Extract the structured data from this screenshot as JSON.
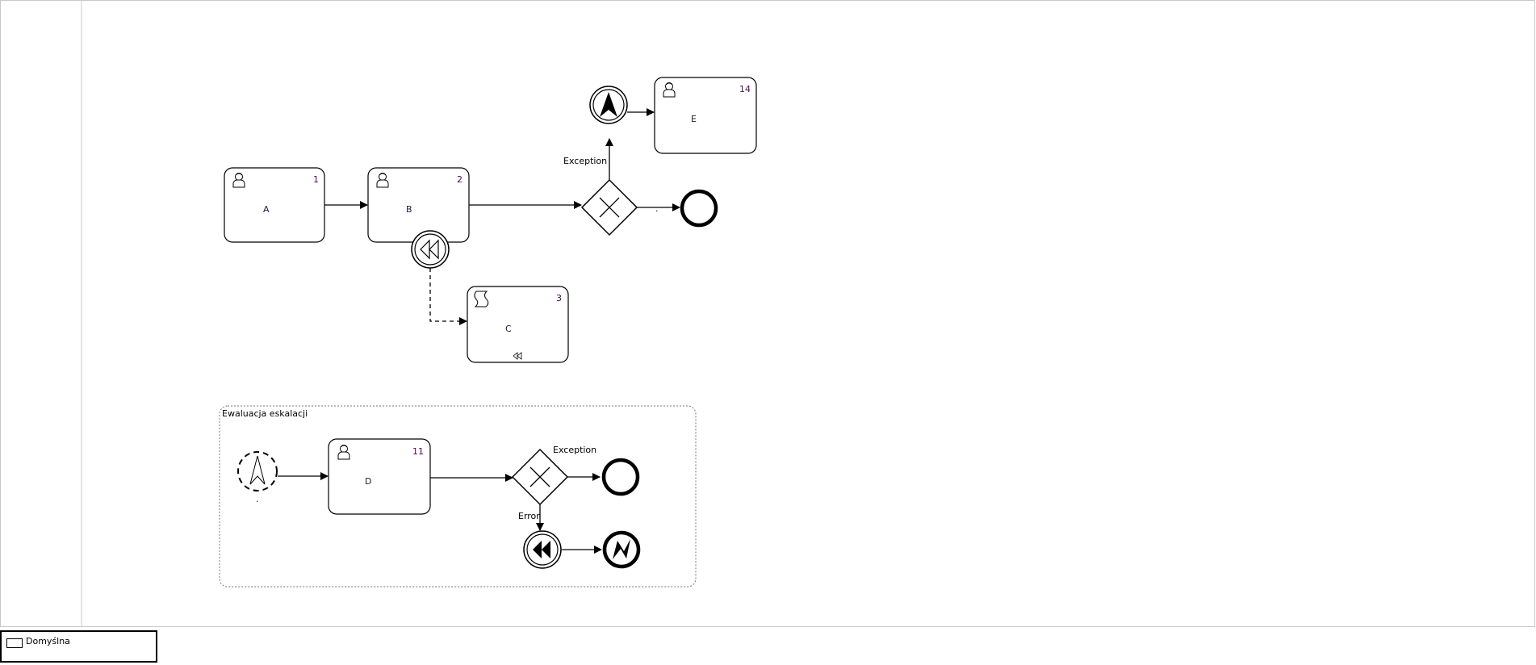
{
  "diagram": {
    "tasks": [
      {
        "name": "A",
        "number": "1",
        "type": "user"
      },
      {
        "name": "B",
        "number": "2",
        "type": "user"
      },
      {
        "name": "C",
        "number": "3",
        "type": "script"
      },
      {
        "name": "E",
        "number": "14",
        "type": "user"
      },
      {
        "name": "D",
        "number": "11",
        "type": "user"
      }
    ],
    "flow_labels": {
      "exception_top": "Exception",
      "exception_sub": "Exception",
      "error_sub": "Error",
      "dot1": ".",
      "dot2": ".",
      "dot3": "."
    },
    "subprocess": {
      "title": "Ewaluacja eskalacji"
    }
  },
  "legend": {
    "label": "Domyślna"
  }
}
